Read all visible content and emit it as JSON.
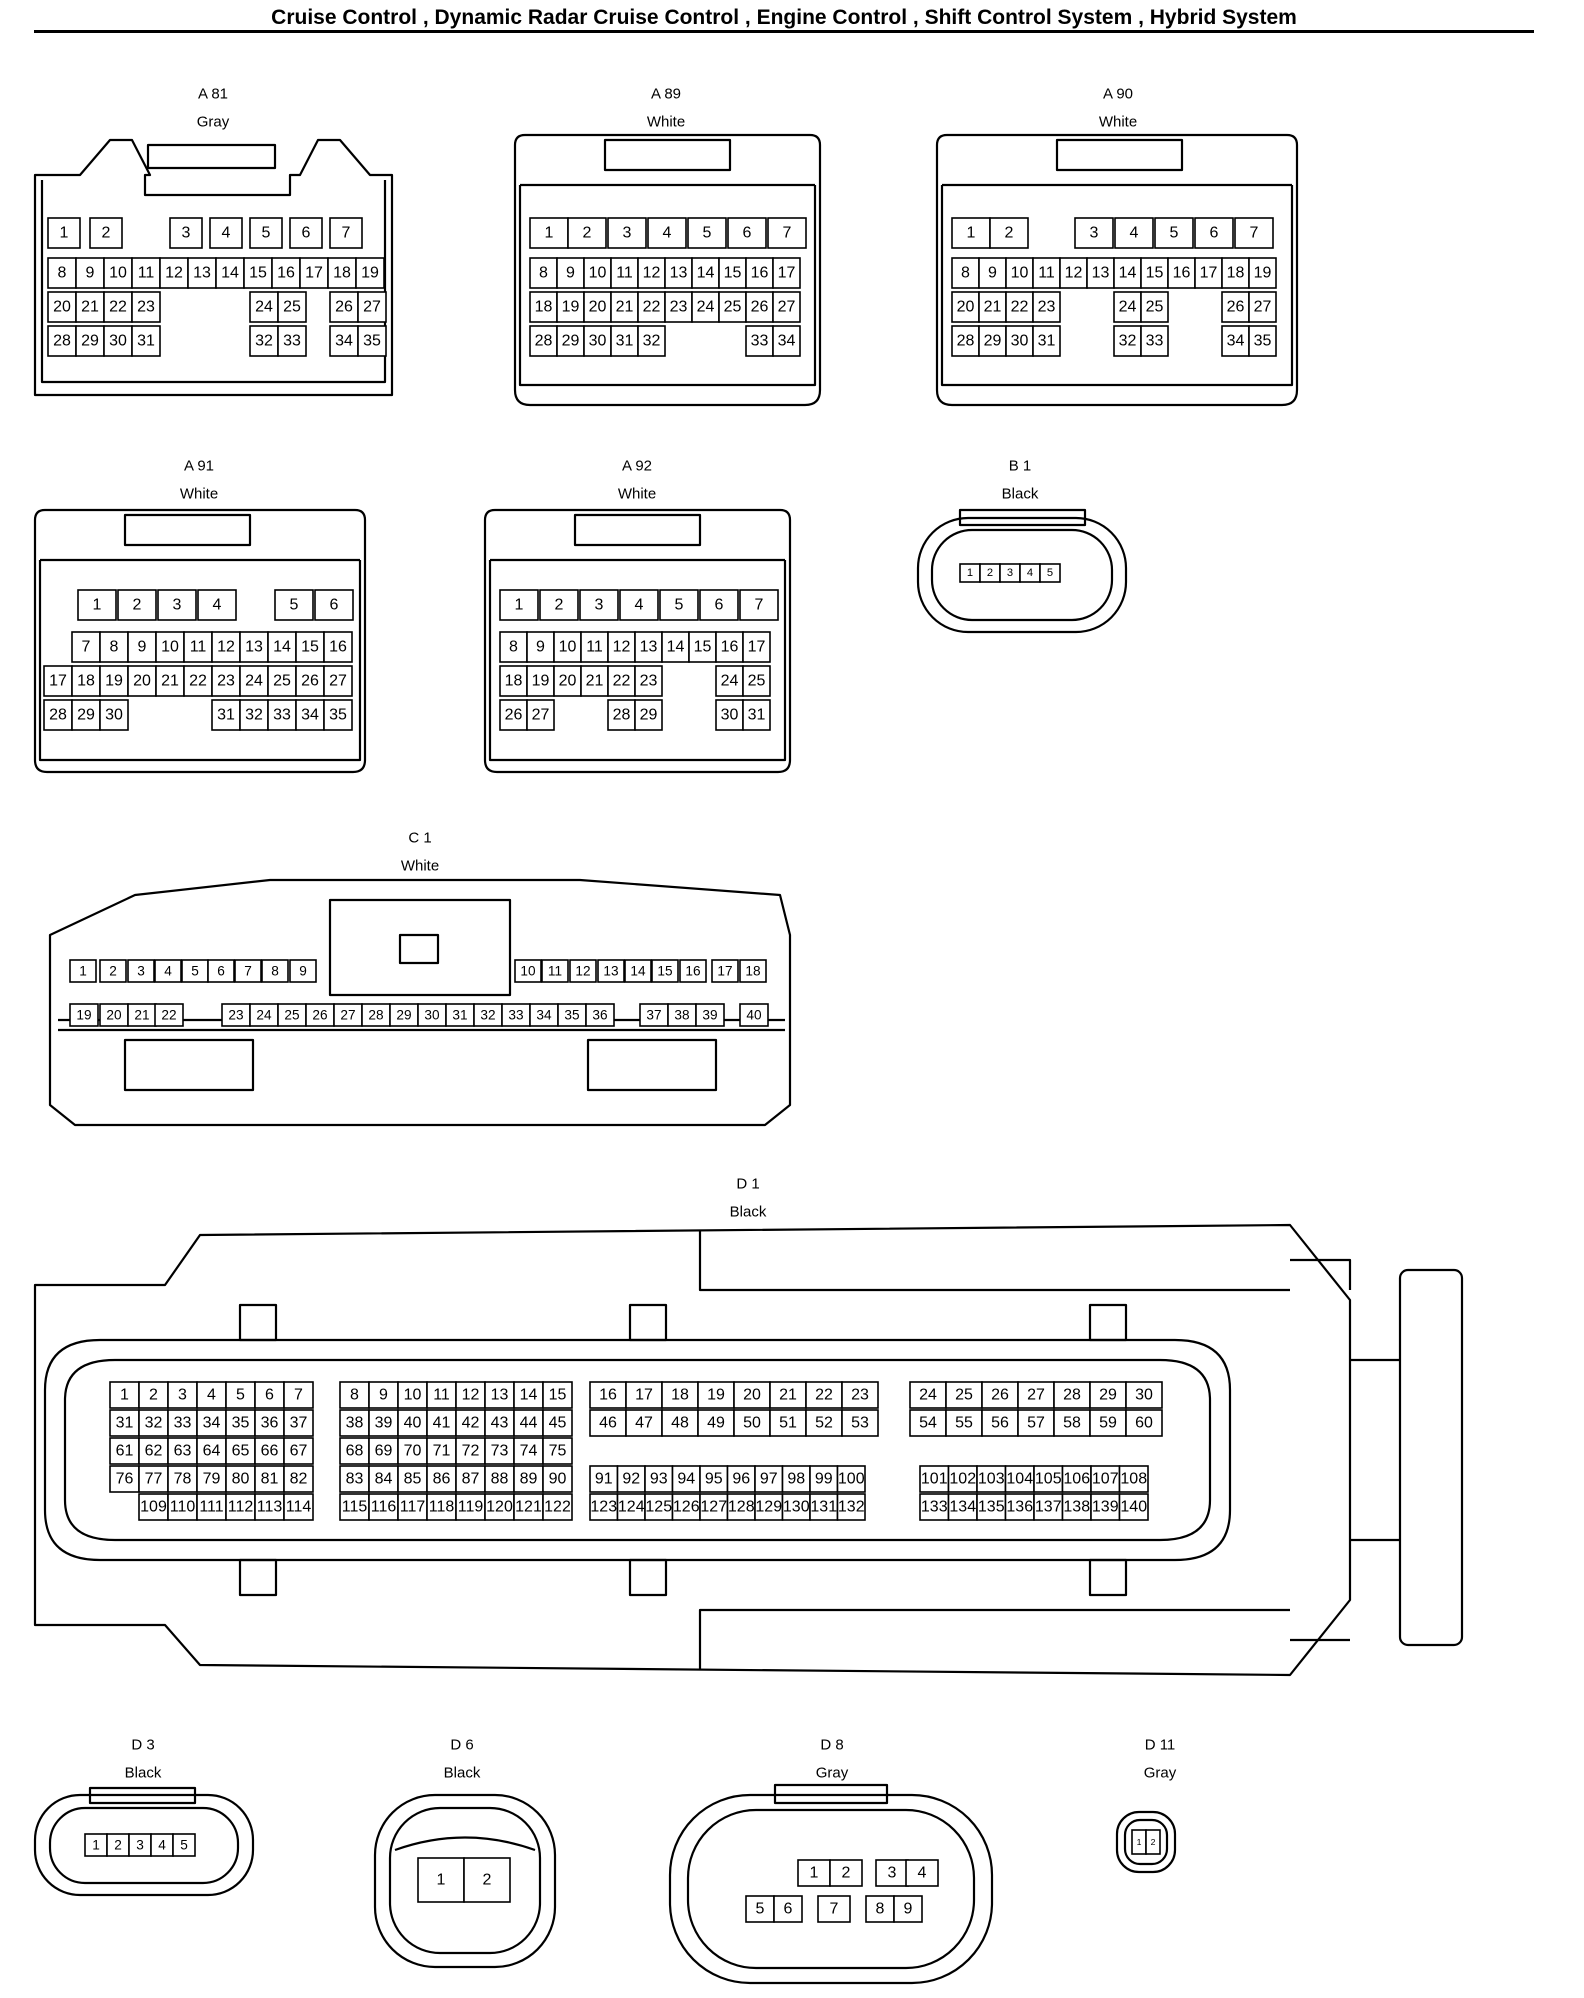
{
  "header": {
    "title": "Cruise Control , Dynamic Radar Cruise Control , Engine Control , Shift Control System , Hybrid System"
  },
  "colors": {
    "ink": "#000000",
    "paper": "#ffffff"
  },
  "connectors": {
    "a81": {
      "code": "A 81",
      "color": "Gray",
      "pins": [
        "1",
        "2",
        "3",
        "4",
        "5",
        "6",
        "7",
        "8",
        "9",
        "10",
        "11",
        "12",
        "13",
        "14",
        "15",
        "16",
        "17",
        "18",
        "19",
        "20",
        "21",
        "22",
        "23",
        "24",
        "25",
        "26",
        "27",
        "28",
        "29",
        "30",
        "31",
        "32",
        "33",
        "34",
        "35"
      ]
    },
    "a89": {
      "code": "A 89",
      "color": "White",
      "pins": [
        "1",
        "2",
        "3",
        "4",
        "5",
        "6",
        "7",
        "8",
        "9",
        "10",
        "11",
        "12",
        "13",
        "14",
        "15",
        "16",
        "17",
        "18",
        "19",
        "20",
        "21",
        "22",
        "23",
        "24",
        "25",
        "26",
        "27",
        "28",
        "29",
        "30",
        "31",
        "32",
        "33",
        "34"
      ]
    },
    "a90": {
      "code": "A 90",
      "color": "White",
      "pins": [
        "1",
        "2",
        "3",
        "4",
        "5",
        "6",
        "7",
        "8",
        "9",
        "10",
        "11",
        "12",
        "13",
        "14",
        "15",
        "16",
        "17",
        "18",
        "19",
        "20",
        "21",
        "22",
        "23",
        "24",
        "25",
        "26",
        "27",
        "28",
        "29",
        "30",
        "31",
        "32",
        "33",
        "34",
        "35"
      ]
    },
    "a91": {
      "code": "A 91",
      "color": "White",
      "pins": [
        "1",
        "2",
        "3",
        "4",
        "5",
        "6",
        "7",
        "8",
        "9",
        "10",
        "11",
        "12",
        "13",
        "14",
        "15",
        "16",
        "17",
        "18",
        "19",
        "20",
        "21",
        "22",
        "23",
        "24",
        "25",
        "26",
        "27",
        "28",
        "29",
        "30",
        "31",
        "32",
        "33",
        "34",
        "35"
      ]
    },
    "a92": {
      "code": "A 92",
      "color": "White",
      "pins": [
        "1",
        "2",
        "3",
        "4",
        "5",
        "6",
        "7",
        "8",
        "9",
        "10",
        "11",
        "12",
        "13",
        "14",
        "15",
        "16",
        "17",
        "18",
        "19",
        "20",
        "21",
        "22",
        "23",
        "24",
        "25",
        "26",
        "27",
        "28",
        "29",
        "30",
        "31"
      ]
    },
    "b1": {
      "code": "B 1",
      "color": "Black",
      "pins": [
        "1",
        "2",
        "3",
        "4",
        "5"
      ]
    },
    "c1": {
      "code": "C 1",
      "color": "White",
      "pins": [
        "1",
        "2",
        "3",
        "4",
        "5",
        "6",
        "7",
        "8",
        "9",
        "10",
        "11",
        "12",
        "13",
        "14",
        "15",
        "16",
        "17",
        "18",
        "19",
        "20",
        "21",
        "22",
        "23",
        "24",
        "25",
        "26",
        "27",
        "28",
        "29",
        "30",
        "31",
        "32",
        "33",
        "34",
        "35",
        "36",
        "37",
        "38",
        "39",
        "40"
      ]
    },
    "d1": {
      "code": "D 1",
      "color": "Black",
      "pins": [
        "1",
        "2",
        "3",
        "4",
        "5",
        "6",
        "7",
        "8",
        "9",
        "10",
        "11",
        "12",
        "13",
        "14",
        "15",
        "16",
        "17",
        "18",
        "19",
        "20",
        "21",
        "22",
        "23",
        "24",
        "25",
        "26",
        "27",
        "28",
        "29",
        "30",
        "31",
        "32",
        "33",
        "34",
        "35",
        "36",
        "37",
        "38",
        "39",
        "40",
        "41",
        "42",
        "43",
        "44",
        "45",
        "46",
        "47",
        "48",
        "49",
        "50",
        "51",
        "52",
        "53",
        "54",
        "55",
        "56",
        "57",
        "58",
        "59",
        "60",
        "61",
        "62",
        "63",
        "64",
        "65",
        "66",
        "67",
        "68",
        "69",
        "70",
        "71",
        "72",
        "73",
        "74",
        "75",
        "76",
        "77",
        "78",
        "79",
        "80",
        "81",
        "82",
        "83",
        "84",
        "85",
        "86",
        "87",
        "88",
        "89",
        "90",
        "91",
        "92",
        "93",
        "94",
        "95",
        "96",
        "97",
        "98",
        "99",
        "100",
        "101",
        "102",
        "103",
        "104",
        "105",
        "106",
        "107",
        "108",
        "109",
        "110",
        "111",
        "112",
        "113",
        "114",
        "115",
        "116",
        "117",
        "118",
        "119",
        "120",
        "121",
        "122",
        "123",
        "124",
        "125",
        "126",
        "127",
        "128",
        "129",
        "130",
        "131",
        "132",
        "133",
        "134",
        "135",
        "136",
        "137",
        "138",
        "139",
        "140"
      ]
    },
    "d3": {
      "code": "D 3",
      "color": "Black",
      "pins": [
        "1",
        "2",
        "3",
        "4",
        "5"
      ]
    },
    "d6": {
      "code": "D 6",
      "color": "Black",
      "pins": [
        "1",
        "2"
      ]
    },
    "d8": {
      "code": "D 8",
      "color": "Gray",
      "pins": [
        "1",
        "2",
        "3",
        "4",
        "5",
        "6",
        "7",
        "8",
        "9"
      ]
    },
    "d11": {
      "code": "D 11",
      "color": "Gray",
      "pins": [
        "1",
        "2"
      ]
    }
  }
}
